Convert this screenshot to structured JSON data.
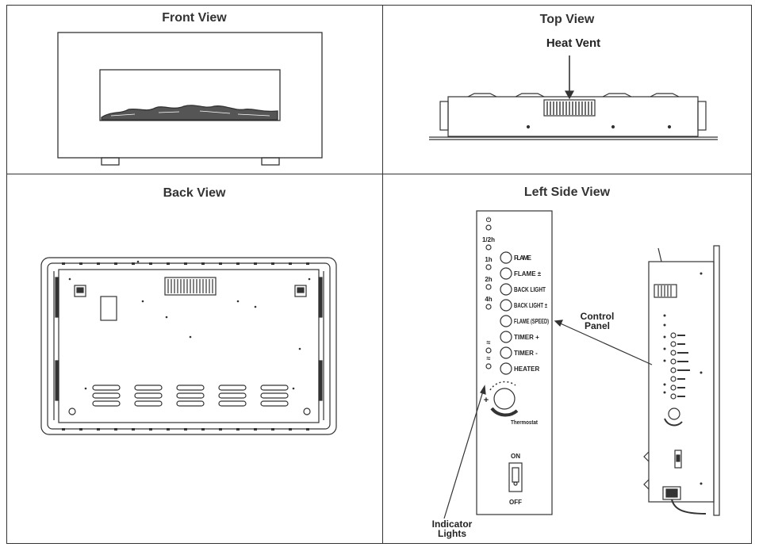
{
  "views": {
    "front": "Front View",
    "top": "Top View",
    "back": "Back View",
    "left_side": "Left Side View"
  },
  "callouts": {
    "heat_vent": "Heat Vent",
    "control_panel_line1": "Control",
    "control_panel_line2": "Panel",
    "indicator_lights_line1": "Indicator",
    "indicator_lights_line2": "Lights"
  },
  "panel": {
    "indicator_icons": [
      "⏻",
      "1/2h",
      "1h",
      "2h",
      "4h",
      "≈",
      "≈"
    ],
    "buttons": [
      "FLAME",
      "FLAME ±",
      "BACK LIGHT",
      "BACK LIGHT ±",
      "FLAME (SPEED)",
      "TIMER +",
      "TIMER -",
      "HEATER"
    ],
    "thermostat_label": "Thermostat",
    "thermostat_plus": "+",
    "switch_on": "ON",
    "switch_off": "OFF"
  }
}
